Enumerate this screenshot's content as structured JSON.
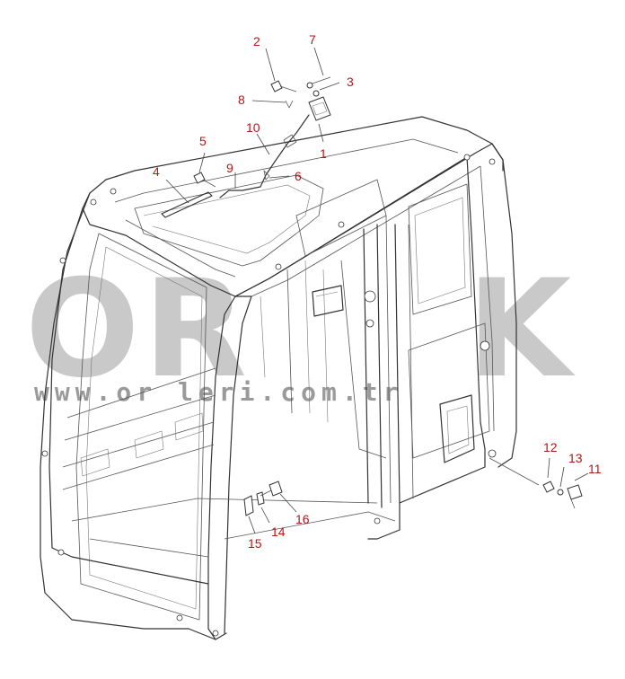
{
  "watermark": {
    "brand": "OR",
    "brand_tail": "K",
    "url": "www.or              leri.com.tr"
  },
  "callouts": [
    {
      "id": "1",
      "label": "1"
    },
    {
      "id": "2",
      "label": "2"
    },
    {
      "id": "3",
      "label": "3"
    },
    {
      "id": "4",
      "label": "4"
    },
    {
      "id": "5",
      "label": "5"
    },
    {
      "id": "6",
      "label": "6"
    },
    {
      "id": "7",
      "label": "7"
    },
    {
      "id": "8",
      "label": "8"
    },
    {
      "id": "9",
      "label": "9"
    },
    {
      "id": "10",
      "label": "10"
    },
    {
      "id": "11",
      "label": "11"
    },
    {
      "id": "12",
      "label": "12"
    },
    {
      "id": "13",
      "label": "13"
    },
    {
      "id": "14",
      "label": "14"
    },
    {
      "id": "15",
      "label": "15"
    },
    {
      "id": "16",
      "label": "16"
    }
  ],
  "colors": {
    "label": "#b01818",
    "line": "#333333",
    "watermark": "#c9c9c9"
  }
}
